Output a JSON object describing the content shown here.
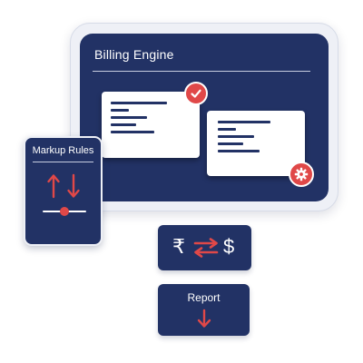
{
  "billing_engine": {
    "title": "Billing Engine"
  },
  "markup_rules": {
    "title": "Markup Rules"
  },
  "currency_exchange": {
    "from_symbol": "₹",
    "to_symbol": "$"
  },
  "report": {
    "label": "Report"
  },
  "icons": {
    "approved": "check-icon",
    "settings": "gear-icon",
    "up_down": "up-down-arrows-icon",
    "slider": "slider-icon",
    "exchange": "swap-arrows-icon",
    "download": "arrow-down-icon"
  },
  "colors": {
    "navy": "#223265",
    "accent_red": "#e04848",
    "frame": "#eef0f6",
    "card": "#ffffff"
  }
}
